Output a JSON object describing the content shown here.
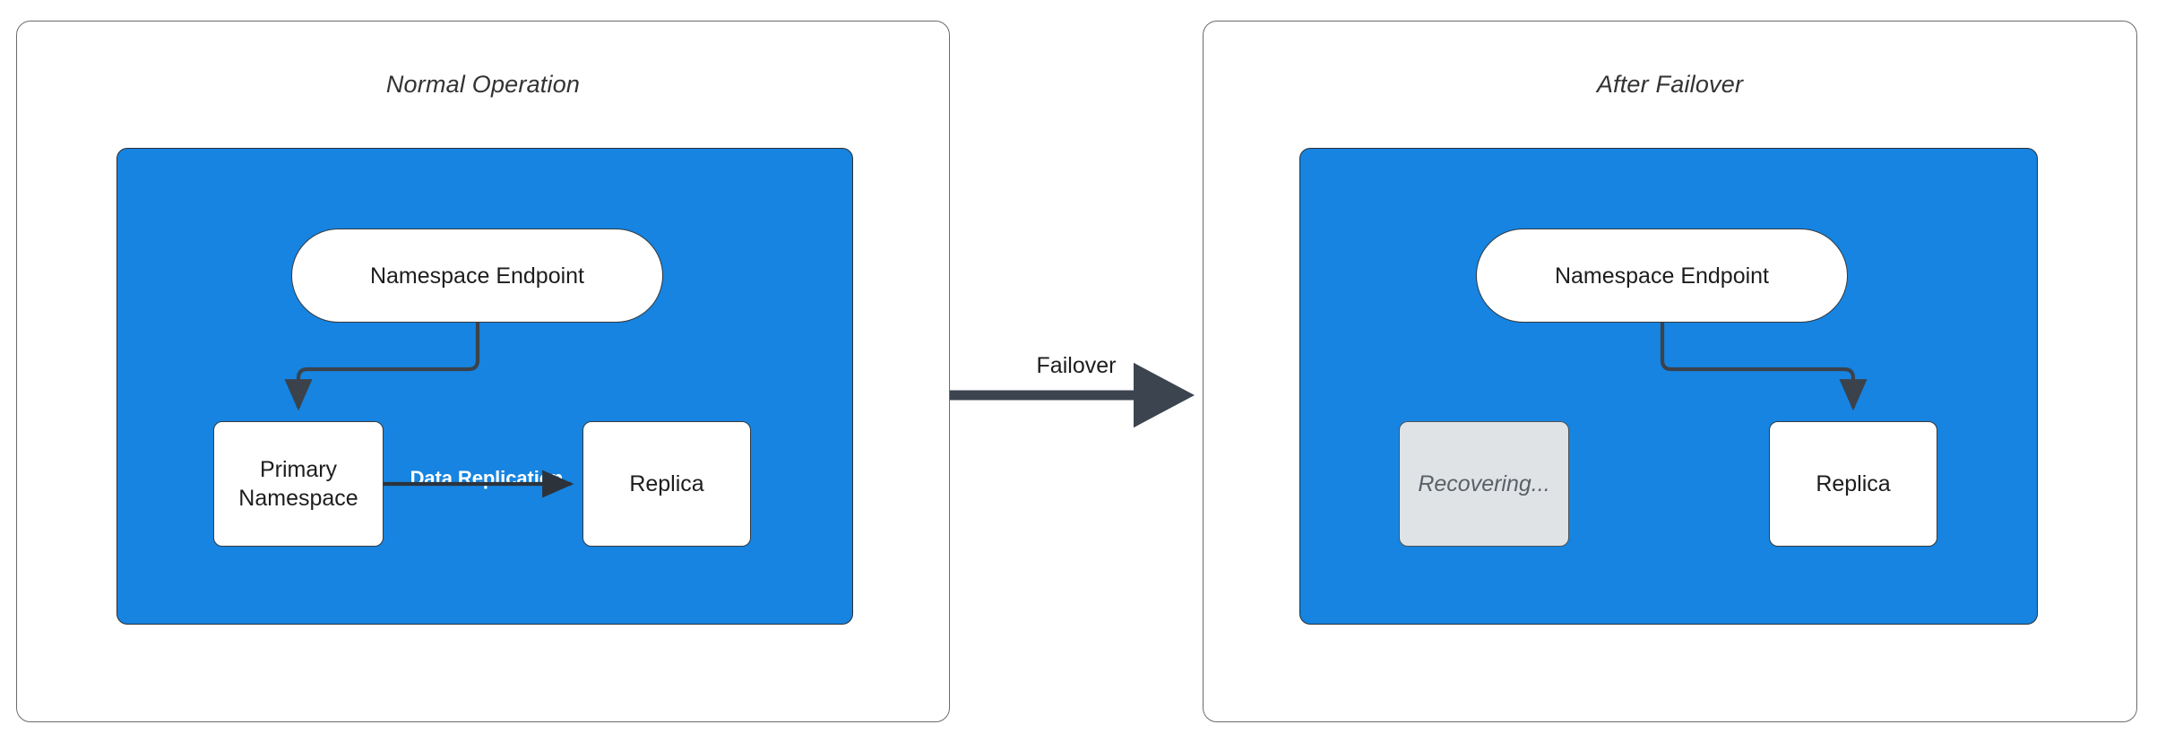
{
  "diagram": {
    "title_left": "Normal Operation",
    "title_right": "After Failover",
    "colors": {
      "zone_blue": "#1684e0",
      "node_white": "#ffffff",
      "node_disabled": "#e0e3e5",
      "stroke_dark": "#333a42",
      "frame_grey": "#6b6b6b",
      "text_dark": "#1d1d1d",
      "text_muted": "#5a6068",
      "label_white": "#ffffff"
    }
  },
  "left_panel": {
    "title": "Normal Operation",
    "nodes": {
      "endpoint": "Namespace Endpoint",
      "primary": "Primary\nNamespace",
      "primary_line1": "Primary",
      "primary_line2": "Namespace",
      "replica": "Replica"
    },
    "edges": {
      "endpoint_to_primary": "",
      "data_replication": "Data Replication"
    }
  },
  "right_panel": {
    "title": "After Failover",
    "nodes": {
      "endpoint": "Namespace Endpoint",
      "recovering": "Recovering...",
      "replica": "Replica"
    },
    "edges": {
      "endpoint_to_replica": ""
    }
  },
  "transition": {
    "label": "Failover"
  }
}
